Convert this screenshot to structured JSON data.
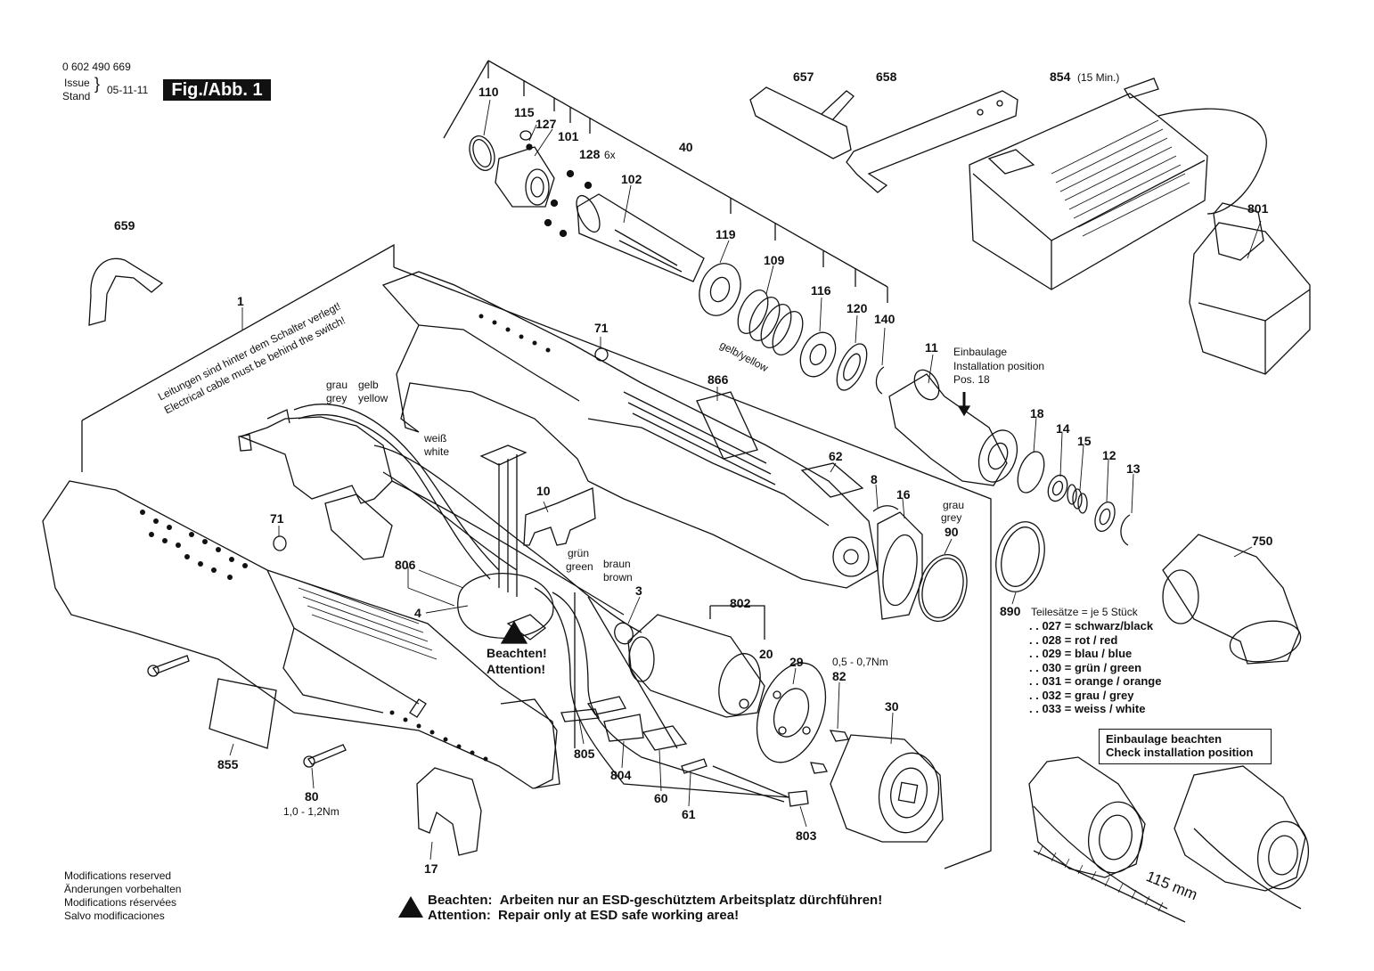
{
  "header": {
    "part_number": "0 602 490 669",
    "issue_label": "Issue",
    "stand_label": "Stand",
    "date": "05-11-11",
    "figure_label": "Fig./Abb. 1"
  },
  "part_labels": [
    "110",
    "115",
    "127",
    "101",
    "128",
    "6x",
    "102",
    "40",
    "657",
    "658",
    "854",
    "15 Min.",
    "659",
    "119",
    "109",
    "116",
    "120",
    "140",
    "801",
    "1",
    "71",
    "11",
    "866",
    "18",
    "14",
    "15",
    "12",
    "13",
    "62",
    "8",
    "16",
    "10",
    "90",
    "750",
    "806",
    "4",
    "3",
    "802",
    "890",
    "20",
    "29",
    "82",
    "30",
    "805",
    "804",
    "60",
    "61",
    "803",
    "855",
    "80",
    "17"
  ],
  "annotations": {
    "cable_de": "Leitungen sind hinter dem Schalter verlegt!",
    "cable_en": "Electrical cable must be behind the switch!",
    "grau": "grau",
    "grey": "grey",
    "gelb": "gelb",
    "yellow": "yellow",
    "weiss": "weiß",
    "white": "white",
    "gruen": "grün",
    "green": "green",
    "braun": "braun",
    "brown": "brown",
    "gelb_yellow": "gelb/yellow",
    "einbaulage": "Einbaulage",
    "installation_position": "Installation position",
    "pos18": "Pos. 18",
    "grau2": "grau",
    "grey2": "grey",
    "beachten_short": "Beachten!",
    "attention_short": "Attention!",
    "torque_82": "0,5 - 0,7Nm",
    "torque_80": "1,0 - 1,2Nm",
    "dimension": "115 mm"
  },
  "kit_sets": {
    "heading": "Teilesätze = je 5 Stück",
    "items": [
      ". . 027 = schwarz/black",
      ". . 028 = rot / red",
      ". . 029 = blau / blue",
      ". . 030 = grün / green",
      ". . 031 = orange / orange",
      ". . 032 = grau / grey",
      ". . 033 = weiss / white"
    ]
  },
  "install_box": {
    "line1": "Einbaulage beachten",
    "line2": "Check installation position"
  },
  "footer": {
    "modifications": [
      "Modifications reserved",
      "Änderungen vorbehalten",
      "Modifications réservées",
      "Salvo modificaciones"
    ],
    "warning_de_label": "Beachten:",
    "warning_de_text": "Arbeiten nur an ESD-geschütztem Arbeitsplatz dürchführen!",
    "warning_en_label": "Attention:",
    "warning_en_text": "Repair only at ESD safe working area!"
  },
  "colors": {
    "ink": "#111111",
    "paper": "#ffffff",
    "shade": "#d9d9d9"
  }
}
